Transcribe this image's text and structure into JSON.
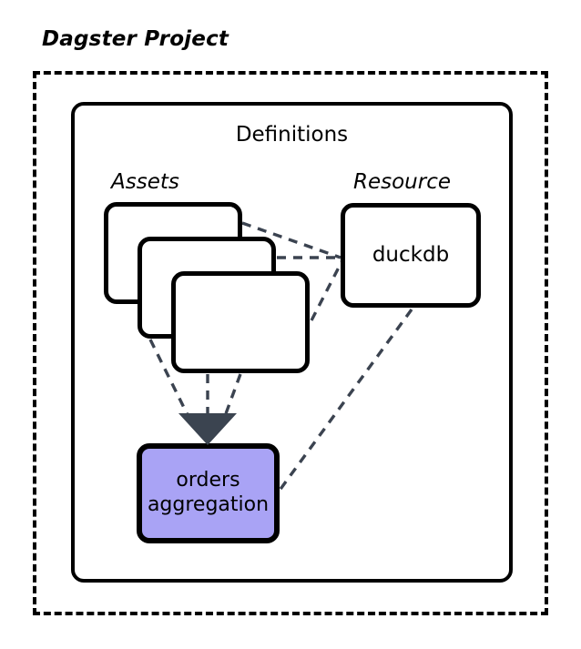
{
  "diagram": {
    "title": "Dagster Project",
    "container": {
      "label": "Definitions",
      "border_style": "solid",
      "border_color": "#000000"
    },
    "outer_border_style": "dashed",
    "outer_border_color": "#000000",
    "groups": [
      {
        "id": "assets",
        "label": "Assets"
      },
      {
        "id": "resource",
        "label": "Resource"
      }
    ],
    "nodes": [
      {
        "id": "asset-card-1",
        "label": "",
        "fill": "#ffffff",
        "stroke": "#000000",
        "shape": "rounded-rect"
      },
      {
        "id": "asset-card-2",
        "label": "",
        "fill": "#ffffff",
        "stroke": "#000000",
        "shape": "rounded-rect"
      },
      {
        "id": "asset-card-3",
        "label": "",
        "fill": "#ffffff",
        "stroke": "#000000",
        "shape": "rounded-rect"
      },
      {
        "id": "duckdb",
        "label": "duckdb",
        "fill": "#ffffff",
        "stroke": "#000000",
        "shape": "rounded-rect"
      },
      {
        "id": "orders-aggregation",
        "label_line_1": "orders",
        "label_line_2": "aggregation",
        "fill": "#a9a3f5",
        "stroke": "#000000",
        "shape": "rounded-rect"
      }
    ],
    "edges": {
      "style": "dashed",
      "color": "#3b4350",
      "arrowhead_color": "#3b4450",
      "items": [
        {
          "from": "asset-card-1",
          "to": "duckdb"
        },
        {
          "from": "asset-card-2",
          "to": "duckdb"
        },
        {
          "from": "asset-card-3",
          "to": "duckdb"
        },
        {
          "from": "asset-card-2",
          "to": "orders-aggregation"
        },
        {
          "from": "asset-card-3",
          "to": "orders-aggregation"
        },
        {
          "from": "asset-card-3",
          "to": "orders-aggregation"
        },
        {
          "from": "duckdb",
          "to": "orders-aggregation"
        }
      ]
    },
    "colors": {
      "background": "#ffffff",
      "accent_purple": "#a9a3f5",
      "edge_slate": "#3b4350",
      "outline_black": "#000000"
    }
  }
}
